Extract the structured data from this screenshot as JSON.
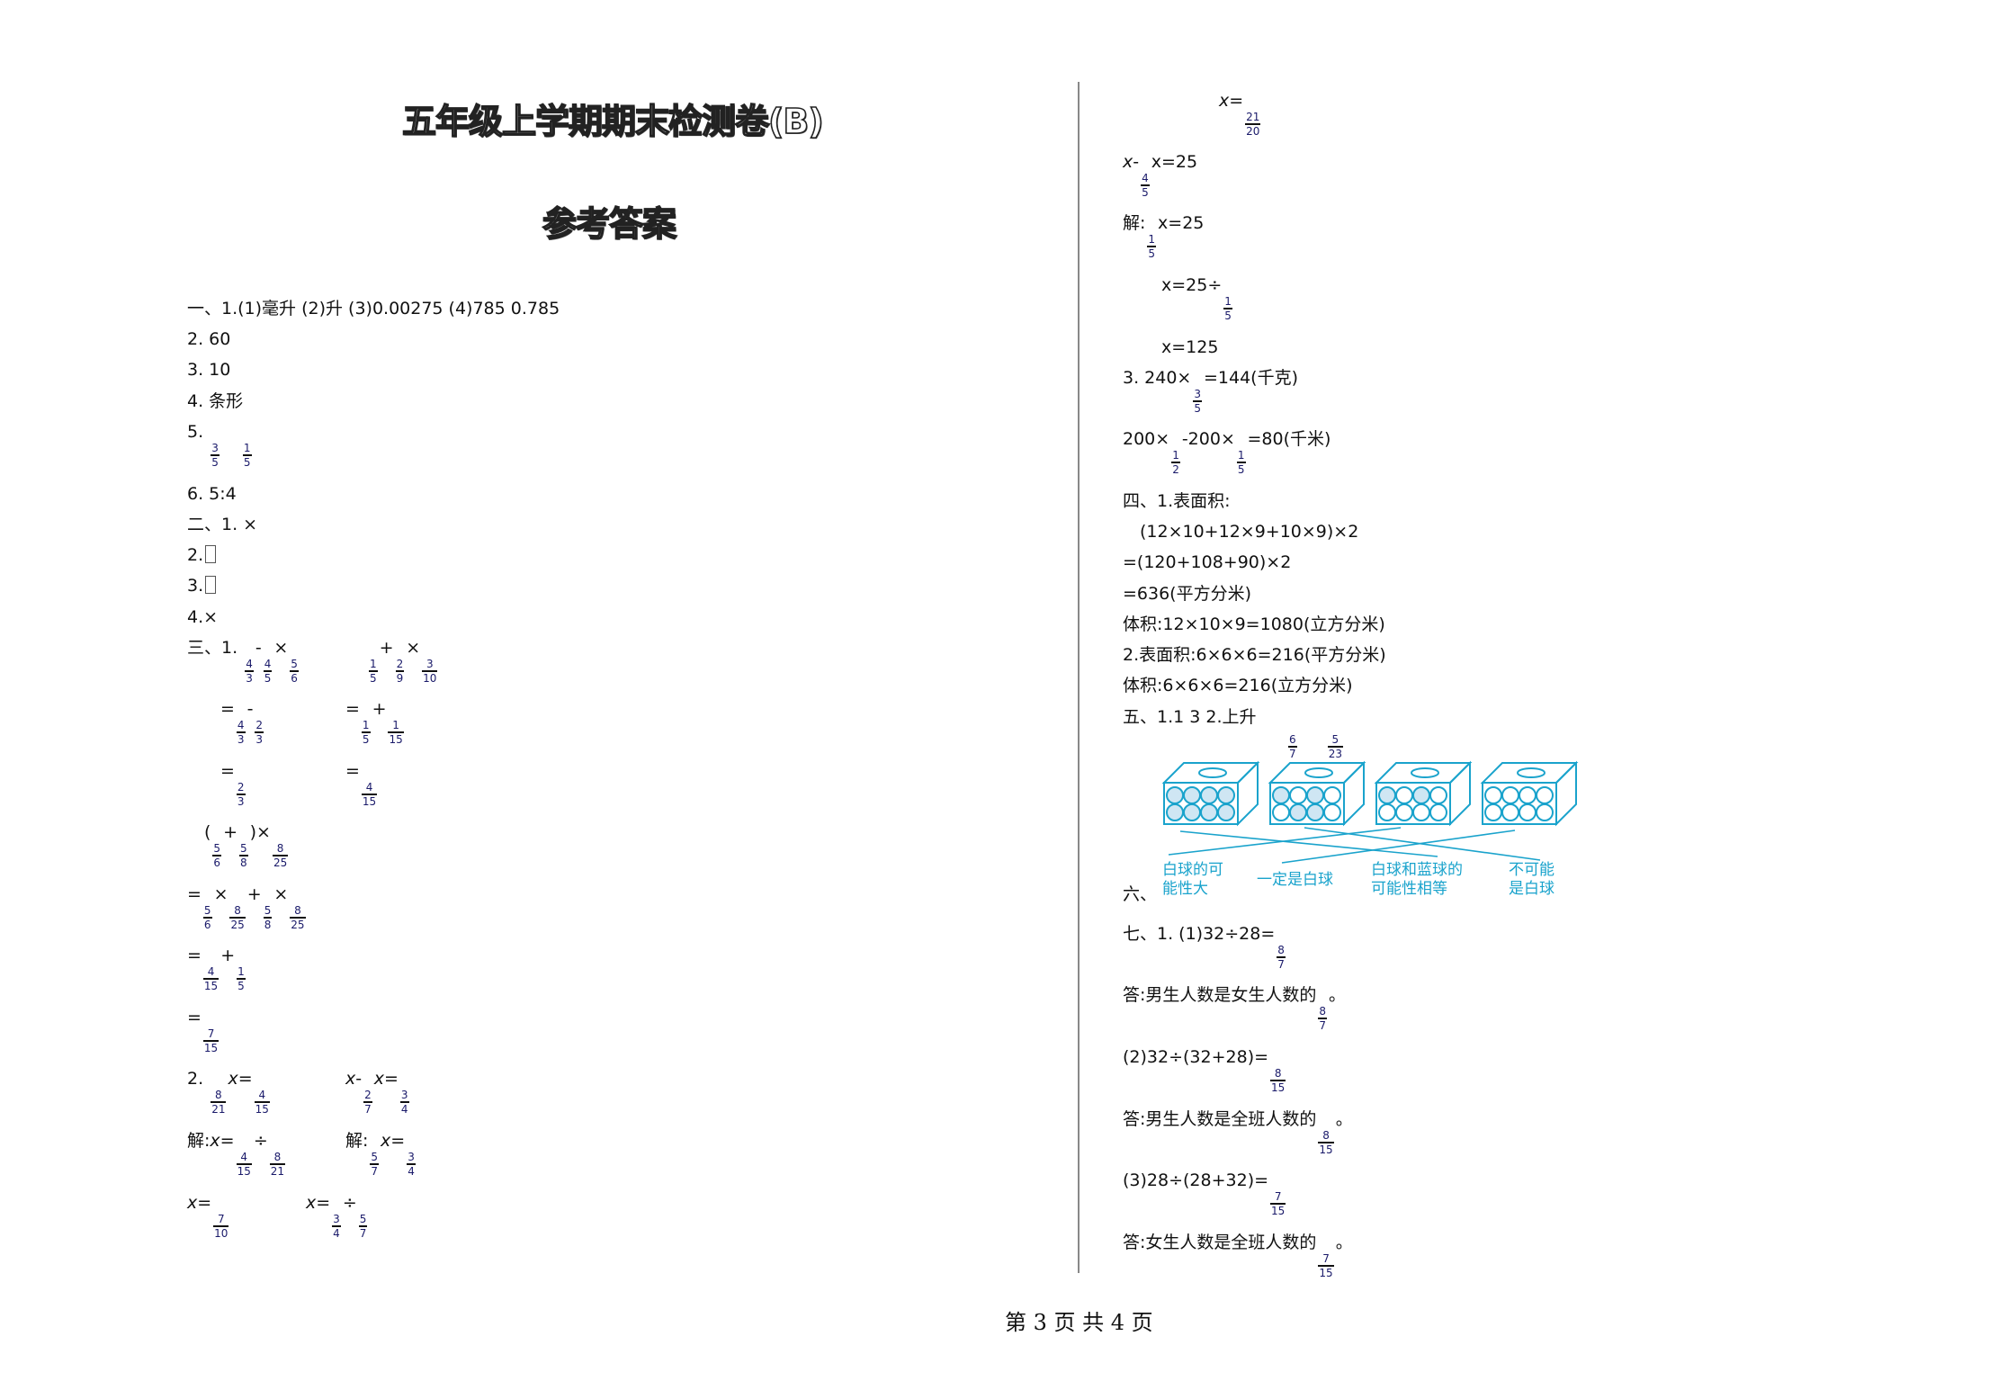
{
  "header": {
    "title": "五年级上学期期末检测卷(B)",
    "subtitle": "参考答案"
  },
  "left": {
    "s1": {
      "l1": "一、1.(1)毫升   (2)升   (3)0.00275   (4)785   0.785",
      "l2": "2. 60",
      "l3": "3. 10",
      "l4": "4. 条形",
      "l5_prefix": "5.",
      "l5_f1": {
        "n": "3",
        "d": "5"
      },
      "l5_f2": {
        "n": "1",
        "d": "5"
      },
      "l6": "6. 5:4"
    },
    "s2": {
      "l1": "二、1. ×",
      "l2": "2.",
      "l3": "3.",
      "l4": "4.×"
    },
    "s3": {
      "prefix": "三、1.",
      "a": {
        "f1": {
          "n": "4",
          "d": "3"
        },
        "op1": "-",
        "f2": {
          "n": "4",
          "d": "5"
        },
        "op2": "×",
        "f3": {
          "n": "5",
          "d": "6"
        },
        "eq": "=",
        "s1f1": {
          "n": "4",
          "d": "3"
        },
        "s1op": "-",
        "s1f2": {
          "n": "2",
          "d": "3"
        },
        "s2f": {
          "n": "2",
          "d": "3"
        }
      },
      "b": {
        "f1": {
          "n": "1",
          "d": "5"
        },
        "op1": "+",
        "f2": {
          "n": "2",
          "d": "9"
        },
        "op2": "×",
        "f3": {
          "n": "3",
          "d": "10"
        },
        "eq": "=",
        "s1f1": {
          "n": "1",
          "d": "5"
        },
        "s1op": "+",
        "s1f2": {
          "n": "1",
          "d": "15"
        },
        "s2f": {
          "n": "4",
          "d": "15"
        }
      },
      "c": {
        "lp": "(",
        "f1": {
          "n": "5",
          "d": "6"
        },
        "op1": "+",
        "f2": {
          "n": "5",
          "d": "8"
        },
        "rp": ")×",
        "f3": {
          "n": "8",
          "d": "25"
        },
        "eq": "=",
        "s1": [
          {
            "n": "5",
            "d": "6"
          },
          {
            "n": "8",
            "d": "25"
          },
          {
            "n": "5",
            "d": "8"
          },
          {
            "n": "8",
            "d": "25"
          }
        ],
        "times": "×",
        "plus": "+",
        "s2f1": {
          "n": "4",
          "d": "15"
        },
        "s2f2": {
          "n": "1",
          "d": "5"
        },
        "s3f": {
          "n": "7",
          "d": "15"
        }
      },
      "q2prefix": "2.",
      "d": {
        "f1": {
          "n": "8",
          "d": "21"
        },
        "xeq": "x=",
        "f2": {
          "n": "4",
          "d": "15"
        },
        "jie": "解:",
        "xeq2": "x=",
        "s1f1": {
          "n": "4",
          "d": "15"
        },
        "div": "÷",
        "s1f2": {
          "n": "8",
          "d": "21"
        },
        "xeq3": "x=",
        "ans": {
          "n": "7",
          "d": "10"
        }
      },
      "e": {
        "x": "x",
        "minus": "-",
        "f1": {
          "n": "2",
          "d": "7"
        },
        "xeq": "x=",
        "f2": {
          "n": "3",
          "d": "4"
        },
        "jie": "解:",
        "s1f1": {
          "n": "5",
          "d": "7"
        },
        "s1f2": {
          "n": "3",
          "d": "4"
        },
        "xeq3": "x=",
        "s2f1": {
          "n": "3",
          "d": "4"
        },
        "div": "÷",
        "s2f2": {
          "n": "5",
          "d": "7"
        }
      }
    }
  },
  "right": {
    "e_ans": {
      "xeq": "x=",
      "f": {
        "n": "21",
        "d": "20"
      }
    },
    "f": {
      "x": "x",
      "minus": "-",
      "f1": {
        "n": "4",
        "d": "5"
      },
      "rest": "x=25",
      "jie": "解:",
      "s1f": {
        "n": "1",
        "d": "5"
      },
      "s1rest": "x=25",
      "s2": "x=25÷",
      "s2f": {
        "n": "1",
        "d": "5"
      },
      "s3": "x=125"
    },
    "q3": {
      "l1a": "3. 240×",
      "l1f": {
        "n": "3",
        "d": "5"
      },
      "l1b": "=144(千克)",
      "l2a": "200×",
      "l2f1": {
        "n": "1",
        "d": "2"
      },
      "l2b": "-200×",
      "l2f2": {
        "n": "1",
        "d": "5"
      },
      "l2c": "=80(千米)"
    },
    "s4": {
      "l1": "四、1.表面积:",
      "l2": "(12×10+12×9+10×9)×2",
      "l3": "=(120+108+90)×2",
      "l4": "=636(平方分米)",
      "l5": "体积:12×10×9=1080(立方分米)",
      "l6": "2.表面积:6×6×6=216(平方分米)",
      "l7": "体积:6×6×6=216(立方分米)"
    },
    "s5": {
      "l1": "五、1.1    3    2.上升",
      "f1": {
        "n": "6",
        "d": "7"
      },
      "f2": {
        "n": "5",
        "d": "23"
      }
    },
    "s6": {
      "prefix": "六、",
      "boxes": [
        {
          "filled": [
            1,
            1,
            1,
            1,
            1,
            1,
            1,
            1
          ]
        },
        {
          "filled": [
            1,
            0,
            1,
            0,
            0,
            1,
            1,
            0
          ]
        },
        {
          "filled": [
            1,
            0,
            1,
            0,
            0,
            0,
            0,
            0
          ]
        },
        {
          "filled": [
            0,
            0,
            0,
            0,
            0,
            0,
            0,
            0
          ]
        }
      ],
      "labels": [
        {
          "l1": "白球的可",
          "l2": "能性大"
        },
        {
          "l1": "一定是白球",
          "l2": ""
        },
        {
          "l1": "白球和蓝球的",
          "l2": "可能性相等"
        },
        {
          "l1": "不可能",
          "l2": "是白球"
        }
      ],
      "color": "#1aa3cc",
      "fill": "#cfe6f3"
    },
    "s7": {
      "l1": "七、1. (1)32÷28=",
      "f1": {
        "n": "8",
        "d": "7"
      },
      "a1": "答:男生人数是女生人数的",
      "af1": {
        "n": "8",
        "d": "7"
      },
      "end": "。",
      "l2": "(2)32÷(32+28)=",
      "f2": {
        "n": "8",
        "d": "15"
      },
      "a2": "答:男生人数是全班人数的",
      "af2": {
        "n": "8",
        "d": "15"
      },
      "l3": "(3)28÷(28+32)=",
      "f3": {
        "n": "7",
        "d": "15"
      },
      "a3": "答:女生人数是全班人数的",
      "af3": {
        "n": "7",
        "d": "15"
      }
    }
  },
  "footer": {
    "page_label": "第 3 页 共 4 页"
  }
}
